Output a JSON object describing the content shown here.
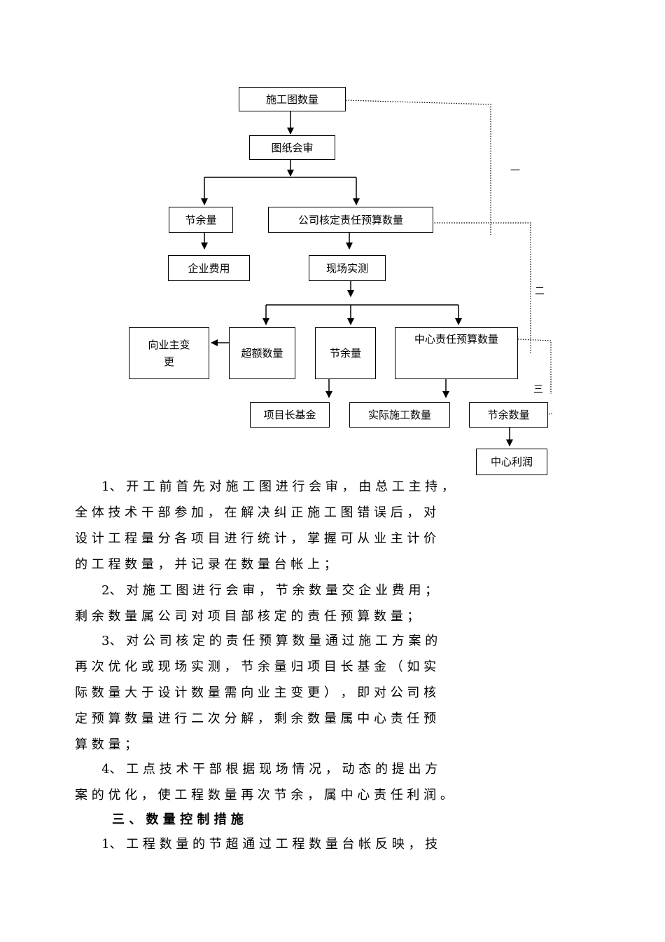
{
  "flowchart": {
    "boxes": {
      "drawing_qty": "施工图数量",
      "drawing_review": "图纸会审",
      "savings_1": "节余量",
      "company_budget": "公司核定责任预算数量",
      "enterprise_cost": "企业费用",
      "site_survey": "现场实测",
      "owner_change_line1": "向业主变",
      "owner_change_line2": "更",
      "excess_qty": "超额数量",
      "savings_2": "节余量",
      "center_budget": "中心责任预算数量",
      "pm_fund": "项目长基金",
      "actual_qty": "实际施工数量",
      "savings_qty": "节余数量",
      "center_profit": "中心利润"
    },
    "labels": {
      "one": "一",
      "two": "二",
      "three": "三"
    }
  },
  "body": {
    "lines": [
      "1、 开 工 前 首 先 对 施 工 图 进 行 会 审 ， 由 总 工 主 持 ，",
      "全 体 技 术 干 部 参 加 ， 在 解 决 纠 正 施 工 图 错 误 后 ， 对",
      "设 计 工 程 量 分 各 项 目 进 行 统 计 ， 掌 握 可 从 业 主 计 价",
      "的 工 程 数 量 ， 并 记 录 在 数 量 台 帐 上 ；",
      "2、 对 施 工 图 进 行 会 审 ， 节 余 数 量 交 企 业 费 用 ；",
      "剩 余 数 量 属 公 司 对 项 目 部 核 定 的 责 任 预 算 数 量 ；",
      "3、 对 公 司 核 定 的 责 任 预 算 数 量 通 过 施 工 方 案 的",
      "再 次 优 化 或 现 场 实 测 ， 节 余 量 归 项 目 长 基 金 （ 如 实",
      "际 数 量 大 于 设 计 数 量 需 向 业 主 变 更 ） ， 即 对 公 司 核",
      "定 预 算 数 量 进 行 二 次 分 解 ， 剩 余 数 量 属 中 心 责 任 预",
      "算 数 量 ；",
      "4、 工 点 技 术 干 部 根 据 现 场 情 况 ， 动 态 的 提 出 方",
      "案 的 优 化 ， 使 工 程 数 量 再 次 节 余 ， 属 中 心 责 任 利 润 。",
      "三 、 数 量 控 制 措 施",
      "1、 工 程 数 量 的 节 超 通 过 工 程 数 量 台 帐 反 映 ， 技"
    ]
  }
}
